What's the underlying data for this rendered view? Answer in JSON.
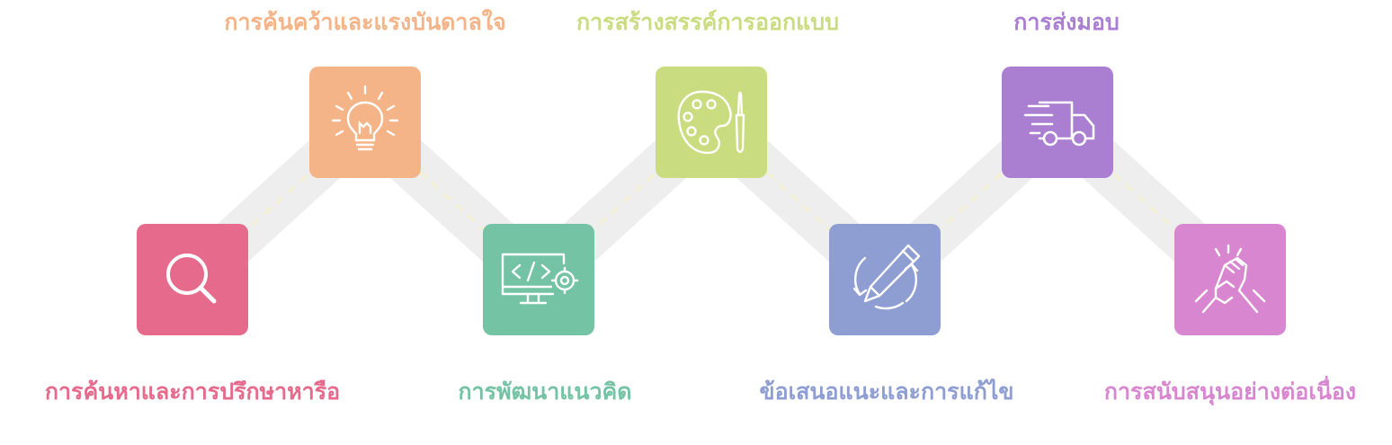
{
  "path_color": "#eeeeee",
  "dash_color": "#f3f0d2",
  "steps": [
    {
      "label": "การค้นหาและการปรึกษาหารือ",
      "color": "#e66a8c",
      "icon": "search-icon"
    },
    {
      "label": "การค้นคว้าและแรงบันดาลใจ",
      "color": "#f5b487",
      "icon": "lightbulb-icon"
    },
    {
      "label": "การพัฒนาแนวคิด",
      "color": "#74c3a4",
      "icon": "code-monitor-icon"
    },
    {
      "label": "การสร้างสรรค์การออกแบบ",
      "color": "#c9dc7f",
      "icon": "palette-icon"
    },
    {
      "label": "ข้อเสนอแนะและการแก้ไข",
      "color": "#8f9ed2",
      "icon": "pencil-cycle-icon"
    },
    {
      "label": "การส่งมอบ",
      "color": "#aa7ed1",
      "icon": "delivery-truck-icon"
    },
    {
      "label": "การสนับสนุนอย่างต่อเนื่อง",
      "color": "#d986d1",
      "icon": "handshake-icon"
    }
  ]
}
